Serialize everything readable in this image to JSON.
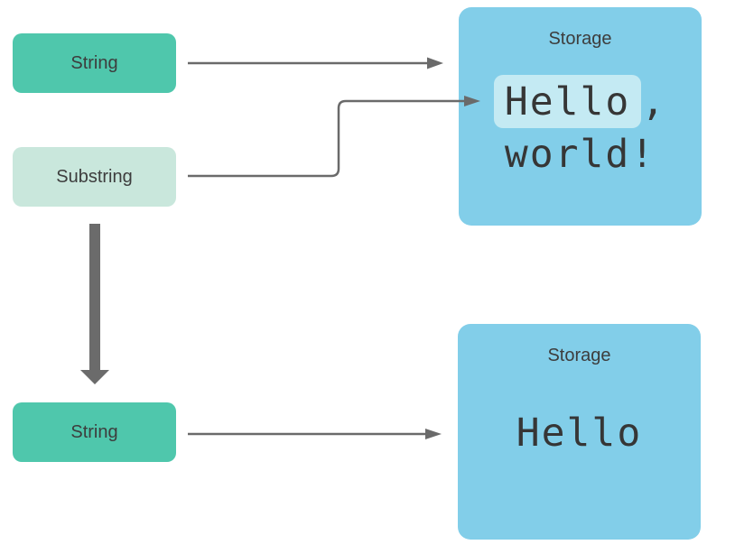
{
  "colors": {
    "background": "#FFFFFF",
    "string_box": "#4FC7AC",
    "substring_box": "#C9E7DC",
    "storage_box": "#82CEE9",
    "substring_highlight": "#C4EAF3",
    "arrow": "#6A6A6A",
    "thick_arrow": "#6B6B6B",
    "text": "#3D3D3D",
    "mono_text": "#363636"
  },
  "nodes": {
    "string_top": {
      "label": "String"
    },
    "substring": {
      "label": "Substring"
    },
    "string_bottom": {
      "label": "String"
    }
  },
  "storage_top": {
    "title": "Storage",
    "line1_highlight": "Hello",
    "line1_rest": ",",
    "line2": "world!"
  },
  "storage_bottom": {
    "title": "Storage",
    "content": "Hello"
  }
}
